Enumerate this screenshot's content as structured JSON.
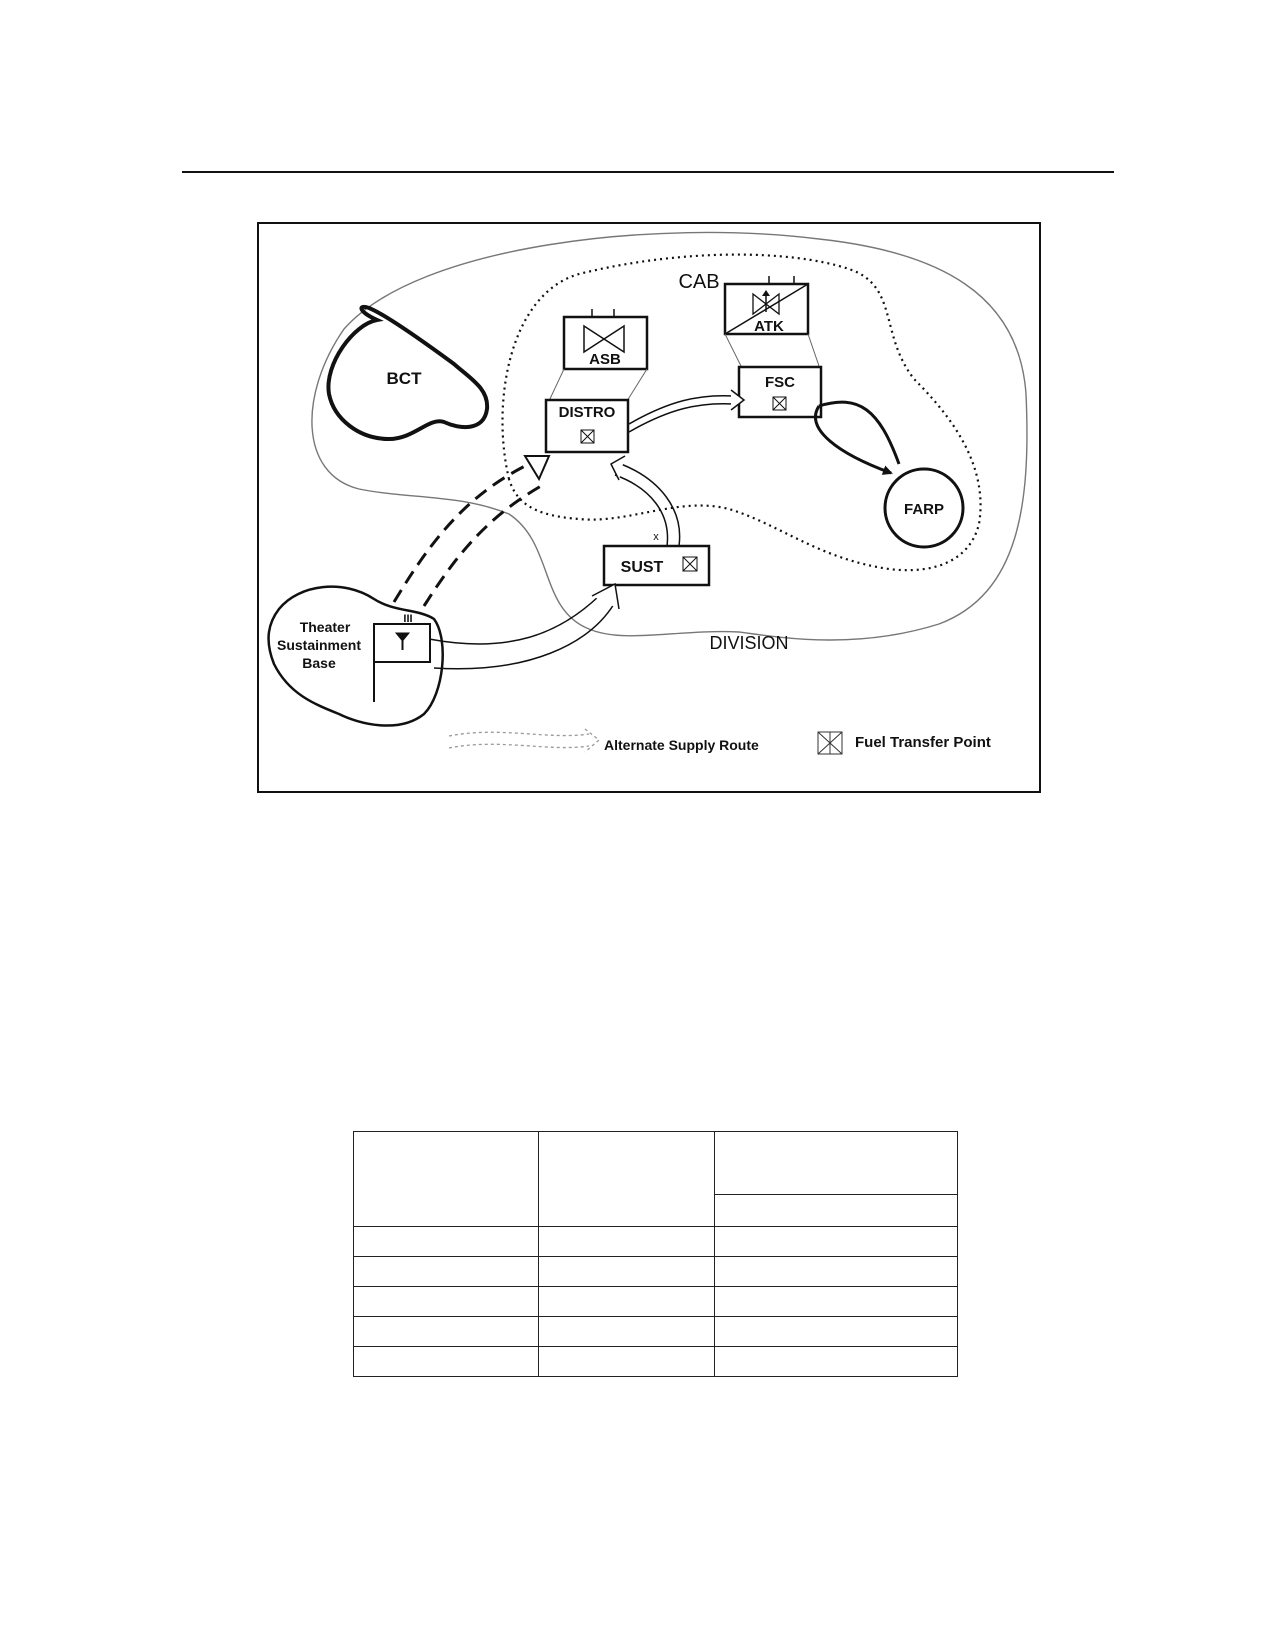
{
  "diagram": {
    "labels": {
      "cab": "CAB",
      "bct": "BCT",
      "asb": "ASB",
      "atk": "ATK",
      "distro": "DISTRO",
      "fsc": "FSC",
      "farp": "FARP",
      "sust": "SUST",
      "sust_echelon": "x",
      "theater_line1": "Theater",
      "theater_line2": "Sustainment",
      "theater_line3": "Base",
      "theater_echelon": "III",
      "division": "DIVISION"
    },
    "legend": {
      "alternate_route": "Alternate Supply Route",
      "fuel_transfer_point": "Fuel Transfer Point"
    }
  },
  "table": {
    "columns": 3,
    "body_rows": 5,
    "header_cells": [
      "",
      "",
      "",
      ""
    ],
    "rows": [
      [
        "",
        "",
        ""
      ],
      [
        "",
        "",
        ""
      ],
      [
        "",
        "",
        ""
      ],
      [
        "",
        "",
        ""
      ],
      [
        "",
        "",
        ""
      ]
    ]
  }
}
